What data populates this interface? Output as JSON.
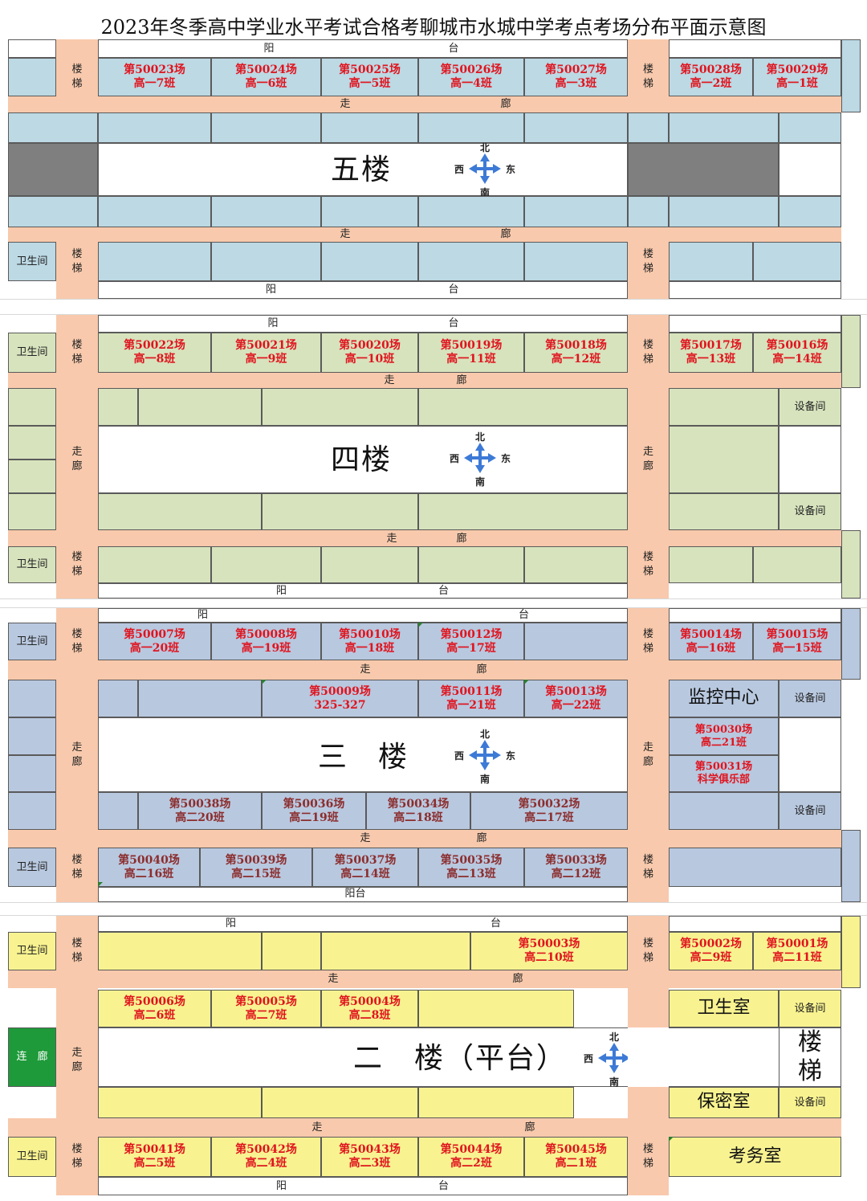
{
  "title": "2023年冬季高中学业水平考试合格考聊城市水城中学考点考场分布平面示意图",
  "labels": {
    "yang": "阳",
    "tai": "台",
    "yangtai": "阳台",
    "zou": "走",
    "lang": "廊",
    "stair_1": "楼",
    "stair_2": "梯",
    "toilet": "卫生间",
    "equipment": "设备间",
    "lianlang": "连　廊",
    "stairs_big_1": "楼",
    "stairs_big_2": "梯"
  },
  "compass": {
    "north": "北",
    "south": "南",
    "west": "西",
    "east": "东"
  },
  "colors": {
    "floor5": "#bcd9e4",
    "floor4": "#d7e3bd",
    "floor3": "#b8c8df",
    "floor2": "#f8f390",
    "corridor": "#f8c9ac",
    "blocked": "#7f7f7f",
    "link": "#1e9a3a",
    "room_red": "#e0141e",
    "room_maroon": "#8b2d2d"
  },
  "floors": {
    "f5": {
      "name": "五楼",
      "top_rooms": [
        {
          "room": "第50023场",
          "cls": "高一7班"
        },
        {
          "room": "第50024场",
          "cls": "高一6班"
        },
        {
          "room": "第50025场",
          "cls": "高一5班"
        },
        {
          "room": "第50026场",
          "cls": "高一4班"
        },
        {
          "room": "第50027场",
          "cls": "高一3班"
        },
        {
          "room": "第50028场",
          "cls": "高一2班"
        },
        {
          "room": "第50029场",
          "cls": "高一1班"
        }
      ]
    },
    "f4": {
      "name": "四楼",
      "top_rooms": [
        {
          "room": "第50022场",
          "cls": "高一8班"
        },
        {
          "room": "第50021场",
          "cls": "高一9班"
        },
        {
          "room": "第50020场",
          "cls": "高一10班"
        },
        {
          "room": "第50019场",
          "cls": "高一11班"
        },
        {
          "room": "第50018场",
          "cls": "高一12班"
        },
        {
          "room": "第50017场",
          "cls": "高一13班"
        },
        {
          "room": "第50016场",
          "cls": "高一14班"
        }
      ]
    },
    "f3": {
      "name_a": "三",
      "name_b": "楼",
      "top_rooms": [
        {
          "room": "第50007场",
          "cls": "高一20班"
        },
        {
          "room": "第50008场",
          "cls": "高一19班"
        },
        {
          "room": "第50010场",
          "cls": "高一18班"
        },
        {
          "room": "第50012场",
          "cls": "高一17班"
        },
        {
          "room": "第50014场",
          "cls": "高一16班"
        },
        {
          "room": "第50015场",
          "cls": "高一15班"
        }
      ],
      "inner_north": [
        {
          "room": "第50009场",
          "cls": "325-327"
        },
        {
          "room": "第50011场",
          "cls": "高一21班"
        },
        {
          "room": "第50013场",
          "cls": "高一22班"
        }
      ],
      "monitor": "监控中心",
      "east_rooms": [
        {
          "room": "第50030场",
          "cls": "高二21班"
        },
        {
          "room": "第50031场",
          "cls": "科学俱乐部"
        }
      ],
      "inner_south": [
        {
          "room": "第50038场",
          "cls": "高二20班"
        },
        {
          "room": "第50036场",
          "cls": "高二19班"
        },
        {
          "room": "第50034场",
          "cls": "高二18班"
        },
        {
          "room": "第50032场",
          "cls": "高二17班"
        }
      ],
      "bottom_rooms": [
        {
          "room": "第50040场",
          "cls": "高二16班"
        },
        {
          "room": "第50039场",
          "cls": "高二15班"
        },
        {
          "room": "第50037场",
          "cls": "高二14班"
        },
        {
          "room": "第50035场",
          "cls": "高二13班"
        },
        {
          "room": "第50033场",
          "cls": "高二12班"
        }
      ]
    },
    "f2": {
      "name": "二　楼（平台）",
      "top_rooms": [
        {
          "room": "第50003场",
          "cls": "高二10班"
        },
        {
          "room": "第50002场",
          "cls": "高二9班"
        },
        {
          "room": "第50001场",
          "cls": "高二11班"
        }
      ],
      "inner_north": [
        {
          "room": "第50006场",
          "cls": "高二6班"
        },
        {
          "room": "第50005场",
          "cls": "高二7班"
        },
        {
          "room": "第50004场",
          "cls": "高二8班"
        }
      ],
      "clinic": "卫生室",
      "secret": "保密室",
      "exam_office": "考务室",
      "bottom_rooms": [
        {
          "room": "第50041场",
          "cls": "高二5班"
        },
        {
          "room": "第50042场",
          "cls": "高二4班"
        },
        {
          "room": "第50043场",
          "cls": "高二3班"
        },
        {
          "room": "第50044场",
          "cls": "高二2班"
        },
        {
          "room": "第50045场",
          "cls": "高二1班"
        }
      ]
    }
  }
}
